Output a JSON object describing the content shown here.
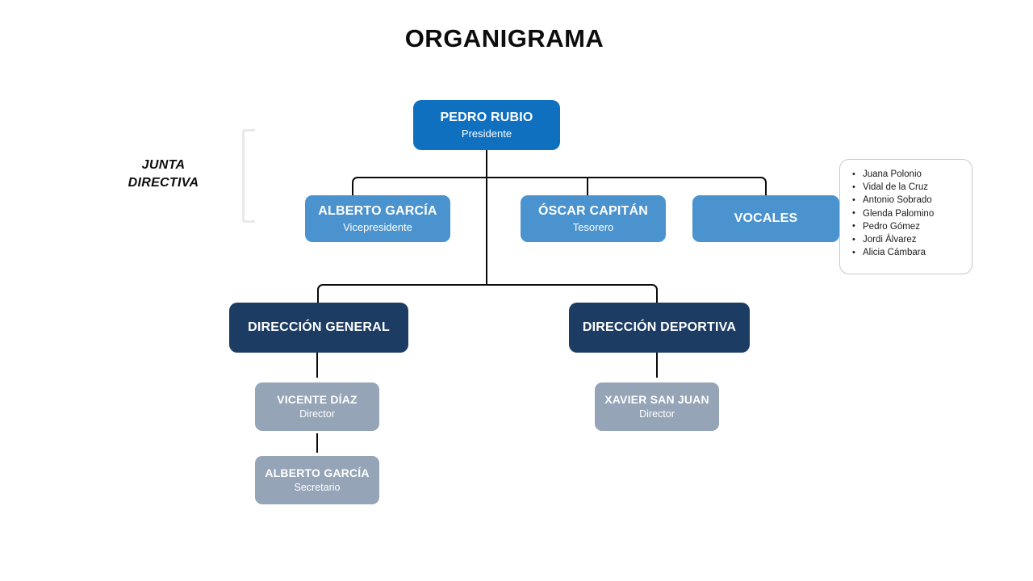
{
  "chart": {
    "title": "ORGANIGRAMA",
    "side_label_line1": "JUNTA",
    "side_label_line2": "DIRECTIVA",
    "colors": {
      "president": "#0f70c0",
      "board": "#4a93cf",
      "direction": "#1c3c63",
      "staff": "#95a4b6",
      "connector": "#0a0a0a",
      "bracket": "#e9e9e9",
      "title": "#0d0d0d",
      "card_border": "#c9c9c9"
    }
  },
  "nodes": {
    "president": {
      "name": "PEDRO RUBIO",
      "role": "Presidente"
    },
    "vicepresident": {
      "name": "ALBERTO GARCÍA",
      "role": "Vicepresidente"
    },
    "treasurer": {
      "name": "ÓSCAR CAPITÁN",
      "role": "Tesorero"
    },
    "vocales": {
      "name": "VOCALES",
      "role": ""
    },
    "direccion_general": {
      "name": "DIRECCIÓN GENERAL",
      "role": ""
    },
    "direccion_deportiva": {
      "name": "DIRECCIÓN DEPORTIVA",
      "role": ""
    },
    "director_general": {
      "name": "VICENTE DÍAZ",
      "role": "Director"
    },
    "secretario": {
      "name": "ALBERTO GARCÍA",
      "role": "Secretario"
    },
    "director_deportivo": {
      "name": "XAVIER SAN JUAN",
      "role": "Director"
    }
  },
  "vocales_members": [
    "Juana Polonio",
    "Vidal de la Cruz",
    "Antonio Sobrado",
    "Glenda Palomino",
    "Pedro Gómez",
    "Jordi Álvarez",
    "Alicia Cámbara"
  ]
}
